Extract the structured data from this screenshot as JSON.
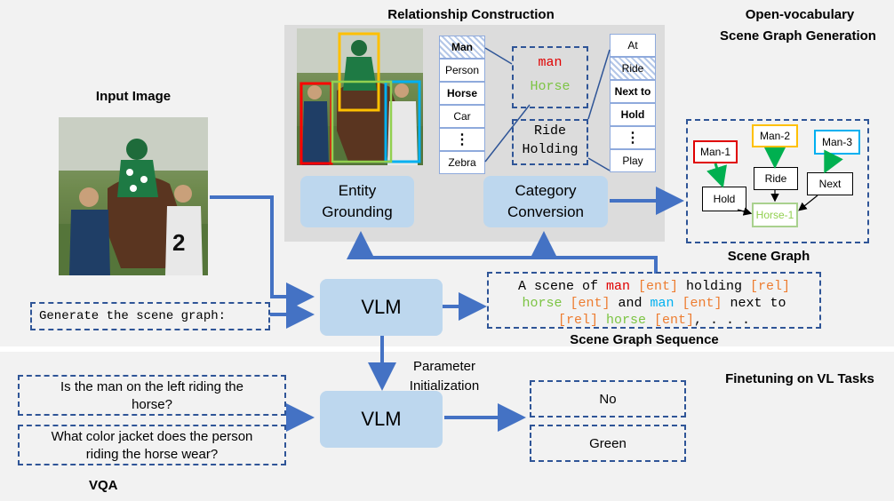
{
  "titles": {
    "relationship_construction": "Relationship Construction",
    "open_vocab_line1": "Open-vocabulary",
    "open_vocab_line2": "Scene Graph Generation",
    "input_image": "Input Image",
    "scene_graph": "Scene Graph",
    "scene_graph_sequence": "Scene Graph Sequence",
    "finetuning": "Finetuning on VL Tasks",
    "vqa": "VQA"
  },
  "entity_grounding": {
    "line1": "Entity",
    "line2": "Grounding"
  },
  "category_conversion": {
    "line1": "Category",
    "line2": "Conversion"
  },
  "entity_list": [
    "Man",
    "Person",
    "Horse",
    "Car",
    "⋮",
    "Zebra"
  ],
  "entity_bold": [
    true,
    false,
    true,
    false,
    false,
    false
  ],
  "entity_hatched": [
    true,
    false,
    false,
    false,
    false,
    false
  ],
  "relation_list": [
    "At",
    "Ride",
    "Next to",
    "Hold",
    "⋮",
    "Play"
  ],
  "relation_bold": [
    false,
    false,
    true,
    true,
    false,
    false
  ],
  "relation_hatched": [
    false,
    true,
    false,
    false,
    false,
    false
  ],
  "middle_entity": {
    "word1": "man",
    "word2": "Horse"
  },
  "middle_relation": {
    "word1": "Ride",
    "word2": "Holding"
  },
  "graph_nodes": {
    "man1": "Man-1",
    "man2": "Man-2",
    "man3": "Man-3",
    "hold": "Hold",
    "ride": "Ride",
    "next": "Next",
    "horse1": "Horse-1"
  },
  "prompt": "Generate the scene graph:",
  "vlm_label": "VLM",
  "param_init": {
    "line1": "Parameter",
    "line2": "Initialization"
  },
  "sequence": {
    "l1": [
      "A scene of ",
      "man",
      " ",
      "[ent]",
      " holding ",
      "[rel]"
    ],
    "l2": [
      "horse",
      " ",
      "[ent]",
      " and ",
      "man",
      " ",
      "[ent]",
      " next to"
    ],
    "l3": [
      "[rel]",
      " ",
      "horse",
      " ",
      "[ent]",
      ", . . ."
    ]
  },
  "questions": {
    "q1_line1": "Is the man on the left riding the",
    "q1_line2": "horse?",
    "q2_line1": "What color jacket does the person",
    "q2_line2": "riding the horse wear?"
  },
  "answers": {
    "a1": "No",
    "a2": "Green"
  },
  "colors": {
    "arrow": "#4472c4",
    "dash": "#2f5597",
    "module": "#bdd7ee",
    "red": "#e00000",
    "green": "#7cc443",
    "blue": "#00b0f0",
    "orange": "#ed7d31",
    "yellow": "#ffc000",
    "panel": "#f2f2f2"
  }
}
